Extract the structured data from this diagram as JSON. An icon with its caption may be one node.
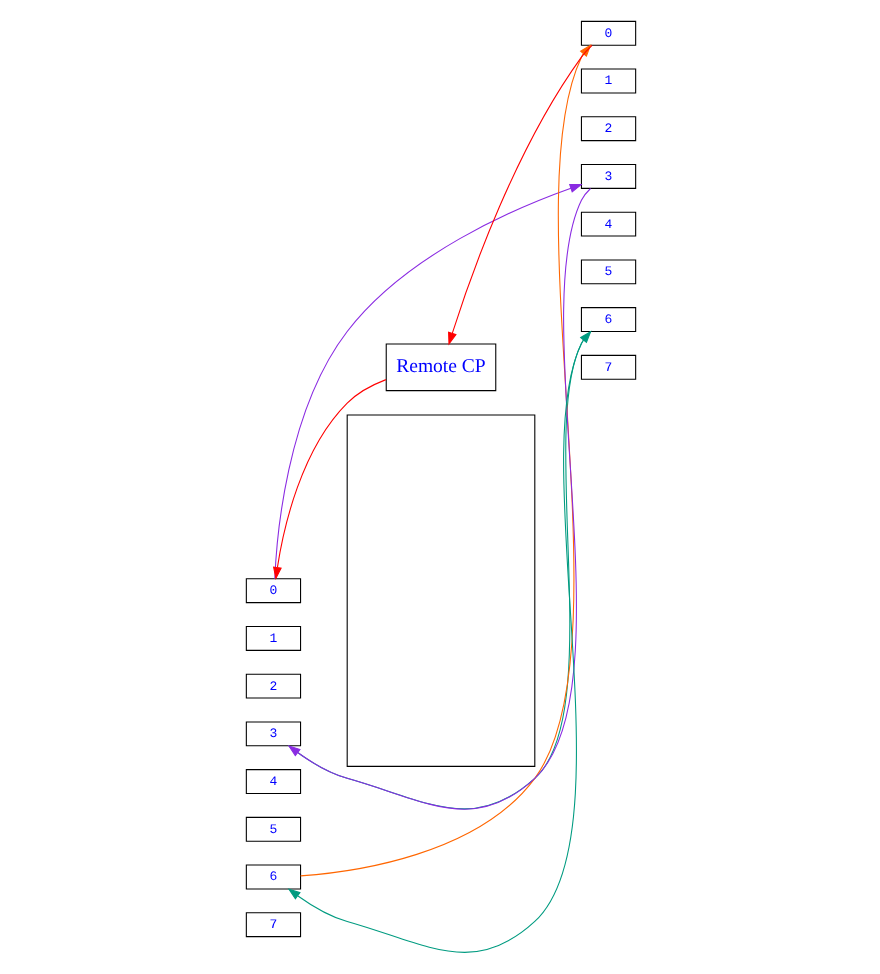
{
  "diagram": {
    "nodes": [
      {
        "text": [
          "Remote CP"
        ]
      },
      {
        "text": [
          "0"
        ]
      },
      {
        "text": [
          "1"
        ]
      },
      {
        "text": [
          "2"
        ]
      },
      {
        "text": [
          "3"
        ]
      },
      {
        "text": [
          "4"
        ]
      },
      {
        "text": [
          "5"
        ]
      },
      {
        "text": [
          "6"
        ]
      },
      {
        "text": [
          "7"
        ]
      },
      {
        "text": [],
        "shape": "box"
      },
      {
        "text": [
          "0"
        ]
      },
      {
        "text": [
          "1"
        ]
      },
      {
        "text": [
          "2"
        ]
      },
      {
        "text": [
          "3"
        ]
      },
      {
        "text": [
          "4"
        ]
      },
      {
        "text": [
          "5"
        ]
      },
      {
        "text": [
          "6"
        ]
      },
      {
        "text": [
          "7"
        ]
      }
    ],
    "edges": [
      {
        "from": 0,
        "to": 1,
        "arrow": "to",
        "color": "#ff0000"
      },
      {
        "from": 10,
        "to": 0,
        "arrow": "to",
        "color": "#ff0000"
      },
      {
        "from": 1,
        "to": 13,
        "arrow": "to",
        "color": "#8a2be2"
      },
      {
        "from": 13,
        "to": 4,
        "arrow": "to",
        "color": "#8a2be2"
      },
      {
        "from": 4,
        "to": 16,
        "arrow": "to",
        "color": "#009b80"
      },
      {
        "from": 16,
        "to": 7,
        "arrow": "to",
        "color": "#009b80"
      },
      {
        "from": 7,
        "to": 10,
        "arrow": "to",
        "color": "#ff6600"
      }
    ]
  }
}
